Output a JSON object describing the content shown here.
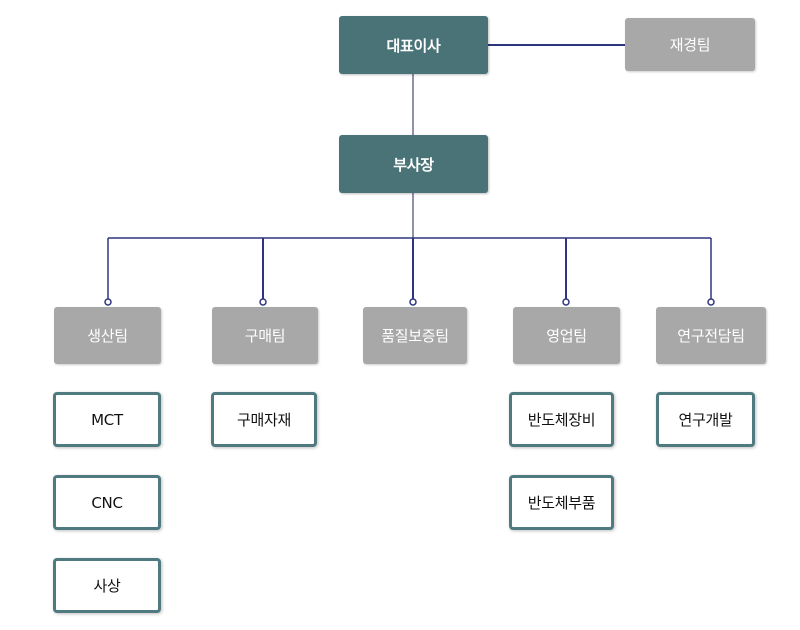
{
  "org": {
    "ceo": "대표이사",
    "finance": "재경팀",
    "vp": "부사장",
    "teams": [
      {
        "label": "생산팀",
        "units": [
          "MCT",
          "CNC",
          "사상"
        ]
      },
      {
        "label": "구매팀",
        "units": [
          "구매자재"
        ]
      },
      {
        "label": "품질보증팀",
        "units": []
      },
      {
        "label": "영업팀",
        "units": [
          "반도체장비",
          "반도체부품"
        ]
      },
      {
        "label": "연구전담팀",
        "units": [
          "연구개발"
        ]
      }
    ]
  },
  "colors": {
    "executive": "#4a7377",
    "team": "#a8a8a8",
    "unit_border": "#4f7b80",
    "connector": "#2e3580"
  }
}
